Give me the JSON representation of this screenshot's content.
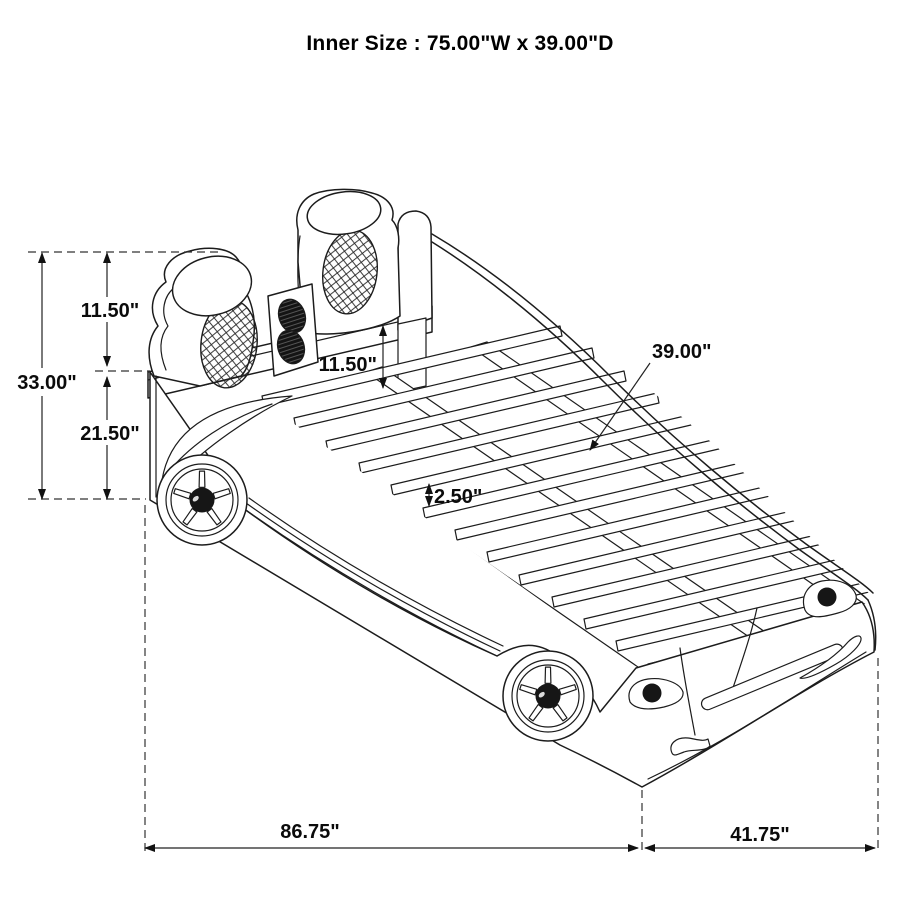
{
  "title": "Inner Size : 75.00\"W x 39.00\"D",
  "diagram": {
    "subject": "race-car twin bed isometric dimension drawing",
    "dims": {
      "height_total": "33.00\"",
      "headboard_above_rail": "11.50\"",
      "rail_height": "21.50\"",
      "headboard_inner": "11.50\"",
      "slat_depth_callout": "39.00\"",
      "slat_thickness": "2.50\"",
      "body_length": "86.75\"",
      "front_length": "41.75\""
    },
    "line_color": "#1c1c1c",
    "background": "#ffffff"
  }
}
